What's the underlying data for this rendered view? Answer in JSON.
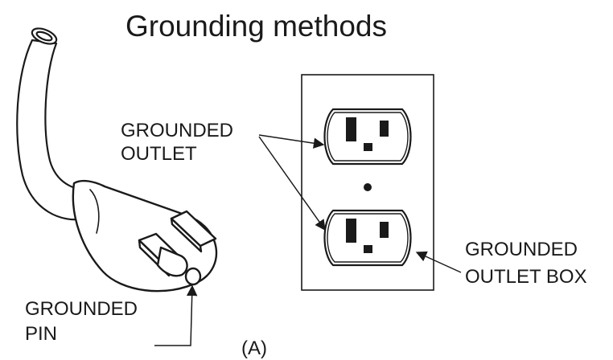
{
  "title": "Grounding methods",
  "labels": {
    "grounded_outlet": [
      "GROUNDED",
      "OUTLET"
    ],
    "grounded_outlet_box": [
      "GROUNDED",
      "OUTLET BOX"
    ],
    "grounded_pin": [
      "GROUNDED",
      "PIN"
    ],
    "figure": "(A)"
  },
  "icons": [
    "power-cord-icon",
    "three-prong-plug-icon",
    "duplex-outlet-icon",
    "outlet-box-icon",
    "arrow-icon"
  ],
  "colors": {
    "ink": "#1a1a1a",
    "paper": "#ffffff"
  }
}
